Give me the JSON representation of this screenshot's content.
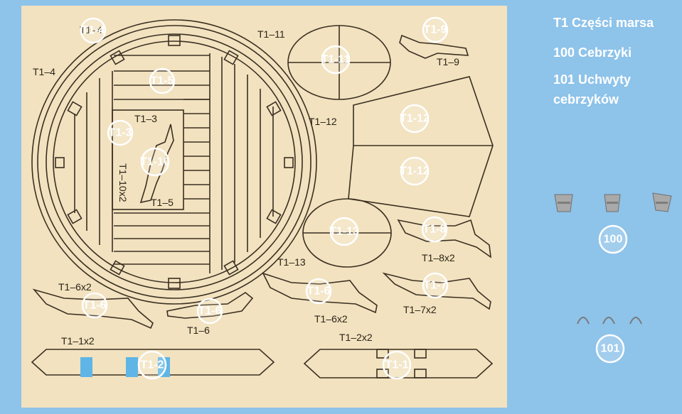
{
  "legend": {
    "t1": "T1 Części marsa",
    "c100": "100 Cebrzyki",
    "c101_line1": "101 Uchwyty",
    "c101_line2": "cebrzyków"
  },
  "badges": {
    "T1_4": "T1-4",
    "T1_5": "T1-5",
    "T1_3": "T1-3",
    "T1_10": "T1-10",
    "T1_11": "T1-11",
    "T1_9": "T1-9",
    "T1_12a": "T1-12",
    "T1_12b": "T1-12",
    "T1_13": "T1-13",
    "T1_8": "T1-8",
    "T1_6a": "T1-6",
    "T1_6b": "T1-6",
    "T1_6c": "T1-6",
    "T1_7": "T1-7",
    "T1_2": "T1-2",
    "T1_1": "T1-1",
    "b100": "100",
    "b101": "101"
  },
  "labels": {
    "t1_4_top": "T1–4",
    "t1_4_left": "T1–4",
    "t1_11": "T1–11",
    "t1_9": "T1–9",
    "t1_3": "T1–3",
    "t1_10x2": "T1–10x2",
    "t1_5": "T1–5",
    "t1_12": "T1–12",
    "t1_13": "T1–13",
    "t1_8x2": "T1–8x2",
    "t1_6x2_left": "T1–6x2",
    "t1_6": "T1–6",
    "t1_6x2_mid": "T1–6x2",
    "t1_7x2": "T1–7x2",
    "t1_1x2": "T1–1x2",
    "t1_2x2": "T1–2x2"
  },
  "colors": {
    "background": "#8ec3ea",
    "wood": "#f2e2bf",
    "cut_line": "#3a2f22",
    "badge": "#ffffff"
  }
}
